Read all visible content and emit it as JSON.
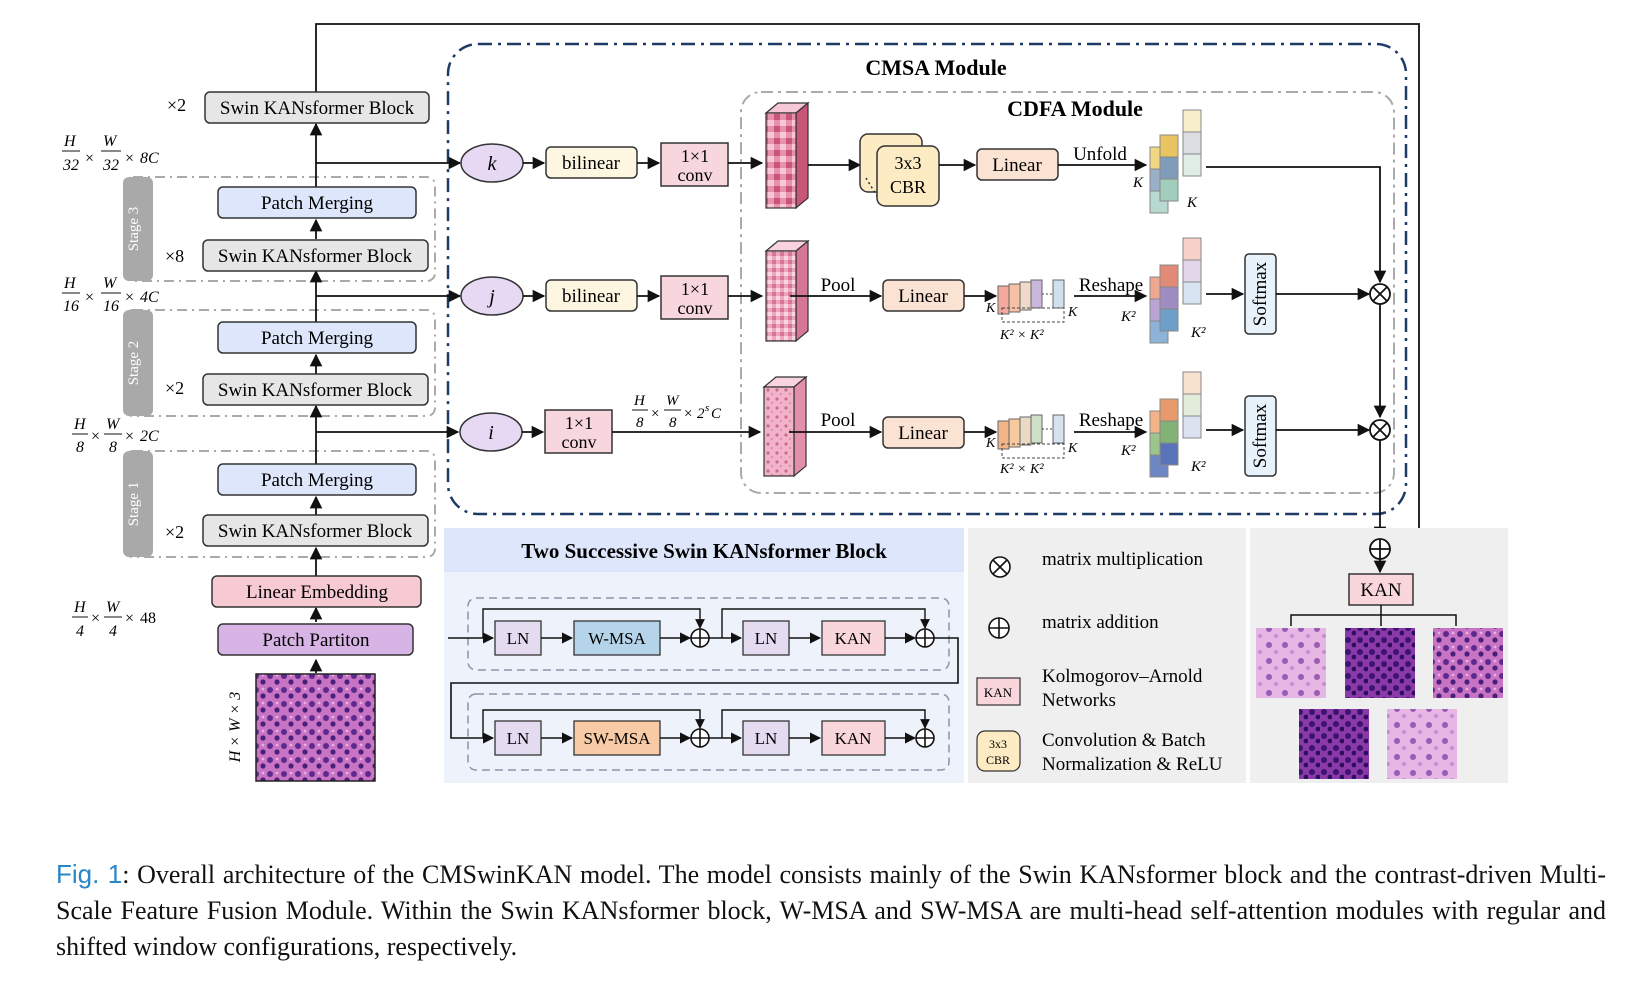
{
  "figure": {
    "backbone": {
      "swin_block": "Swin KANsformer Block",
      "patch_merging": "Patch Merging",
      "linear_embedding": "Linear Embedding",
      "patch_partition": "Patch Partiton",
      "stages": [
        "Stage 3",
        "Stage 2",
        "Stage 1"
      ],
      "mult_top": "×2",
      "mult_stage3": "×8",
      "mult_stage2": "×2",
      "mult_stage1": "×2",
      "input_dim": "H × W × 3"
    },
    "cmsa": {
      "title": "CMSA Module",
      "cdfa_title": "CDFA Module",
      "branch_k": "k",
      "branch_j": "j",
      "branch_i": "i",
      "bilinear": "bilinear",
      "conv_line1": "1×1",
      "conv_line2": "conv",
      "cbr_line1": "3x3",
      "cbr_line2": "CBR",
      "linear": "Linear",
      "unfold": "Unfold",
      "pool": "Pool",
      "reshape": "Reshape",
      "softmax": "Softmax",
      "kan": "KAN"
    },
    "swin_detail": {
      "title": "Two Successive Swin KANsformer Block",
      "ln": "LN",
      "wmsa": "W-MSA",
      "swmsa": "SW-MSA",
      "kan": "KAN"
    },
    "legend": {
      "mult": "matrix multiplication",
      "add": "matrix addition",
      "kan_icon": "KAN",
      "kan_text_1": "Kolmogorov–Arnold",
      "kan_text_2": "Networks",
      "cbr_icon_1": "3x3",
      "cbr_icon_2": "CBR",
      "cbr_text_1": "Convolution & Batch",
      "cbr_text_2": "Normalization & ReLU"
    },
    "colors": {
      "swin_block": "#e6e6e6",
      "patch_merging": "#dde6fb",
      "linear_embedding": "#f7c9d2",
      "patch_partition": "#d8b3e6",
      "branch_oval": "#e7d9f3",
      "bilinear": "#fdf6e0",
      "conv": "#f7d6de",
      "cbr": "#fcebc3",
      "linear": "#fbe3d3",
      "wmsa": "#b5d3e9",
      "swmsa": "#f8cba6",
      "ln": "#e4dbf1",
      "kan": "#f8d6dc",
      "detail_bg": "#eef2fb",
      "detail_header": "#dde6fb",
      "legend_bg": "#efefef",
      "cmsa_border": "#1e3a66",
      "stage_label": "#a9a9a9"
    }
  },
  "caption": {
    "label": "Fig. 1",
    "text": ": Overall architecture of the CMSwinKAN model. The model consists mainly of the Swin KANsformer block and the contrast-driven Multi-Scale Feature Fusion Module. Within the Swin KANsformer block, W-MSA and SW-MSA are multi-head self-attention modules with regular and shifted window configurations, respectively."
  }
}
